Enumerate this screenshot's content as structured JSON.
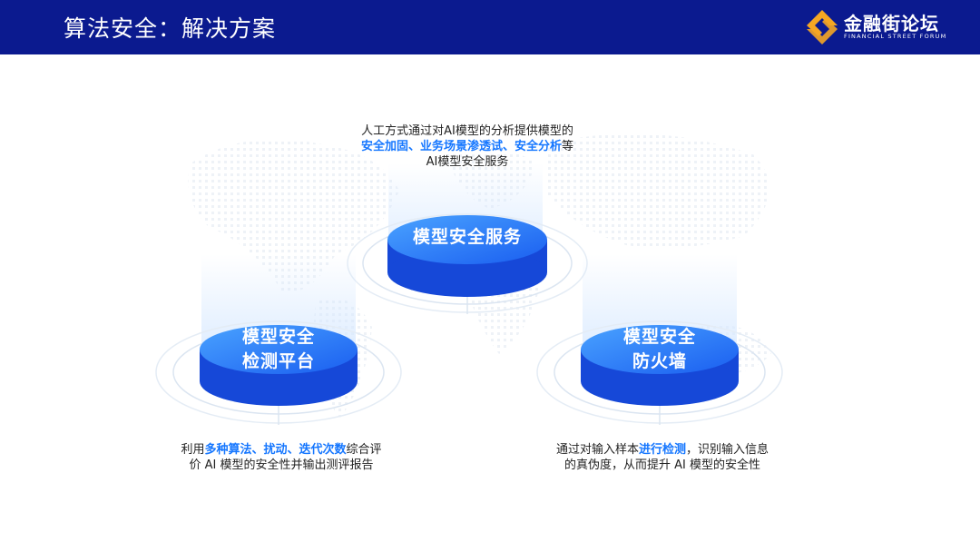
{
  "header": {
    "title": "算法安全：解决方案",
    "background_color": "#0b1a8f"
  },
  "logo": {
    "name": "金融街论坛",
    "subtitle": "FINANCIAL STREET FORUM",
    "accent_color": "#f5a623"
  },
  "services": {
    "top": {
      "label": "模型安全服务",
      "desc": {
        "p1": "人工方式通过对AI模型的分析提供模型的",
        "h1": "安全加固、业务场景渗透试、安全分析",
        "p2": "等AI模型安全服务"
      }
    },
    "left": {
      "label_line1": "模型安全",
      "label_line2": "检测平台",
      "desc": {
        "p1": "利用",
        "h1": "多种算法、扰动、迭代次数",
        "p2": "综合评价 AI 模型的安全性并输出测评报告"
      }
    },
    "right": {
      "label_line1": "模型安全",
      "label_line2": "防火墙",
      "desc": {
        "p1": "通过对输入样本",
        "h1": "进行检测",
        "p2": "，识别输入信息的真伪度，从而提升 AI 模型的安全性"
      }
    }
  },
  "colors": {
    "accent_text": "#1677ff",
    "disc_top_light": "#4aa3ff",
    "disc_top_dark": "#1a5ef0",
    "disc_side": "#1648d8"
  }
}
